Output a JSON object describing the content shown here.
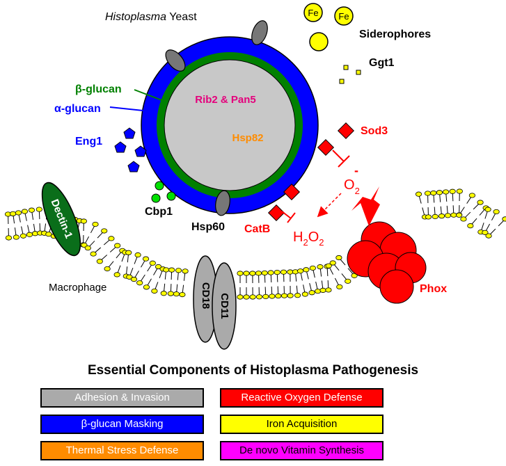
{
  "title_prefix": "Histoplasma",
  "title_suffix": " Yeast",
  "labels": {
    "siderophores": "Siderophores",
    "fe": "Fe",
    "ggt1": "Ggt1",
    "beta_glucan": "β-glucan",
    "alpha_glucan": "α-glucan",
    "eng1": "Eng1",
    "rib2_pan5": "Rib2 & Pan5",
    "hsp82": "Hsp82",
    "sod3": "Sod3",
    "cbp1": "Cbp1",
    "hsp60": "Hsp60",
    "catb": "CatB",
    "dectin1": "Dectin-1",
    "macrophage": "Macrophage",
    "cd18": "CD18",
    "cd11": "CD11",
    "phox": "Phox",
    "superoxide": "O",
    "superoxide_sub": "2",
    "superoxide_sup": "-",
    "peroxide_h": "H",
    "peroxide_sub1": "2",
    "peroxide_o": "O",
    "peroxide_sub2": "2"
  },
  "legend": {
    "title": "Essential Components of Histoplasma Pathogenesis",
    "items": [
      {
        "label": "Adhesion & Invasion",
        "color": "#aaaaaa",
        "text_color": "#ffffff"
      },
      {
        "label": "Reactive Oxygen Defense",
        "color": "#ff0000",
        "text_color": "#ffffff"
      },
      {
        "label": "β-glucan Masking",
        "color": "#0000ff",
        "text_color": "#ffffff"
      },
      {
        "label": "Iron Acquisition",
        "color": "#ffff00",
        "text_color": "#000000"
      },
      {
        "label": "Thermal Stress Defense",
        "color": "#ff8c00",
        "text_color": "#ffffff"
      },
      {
        "label": "De novo Vitamin Synthesis",
        "color": "#ff00ff",
        "text_color": "#000000"
      }
    ]
  },
  "colors": {
    "cell_wall_alpha": "#0000ff",
    "cell_wall_beta": "#008000",
    "cytoplasm": "#c8c8c8",
    "adhesion": "#808080",
    "ros": "#ff0000",
    "iron": "#ffff00",
    "thermal": "#ff8c00",
    "vitamin": "#e4007c",
    "cbp1": "#00e000",
    "dectin": "#0a6e1a",
    "membrane_head": "#ffff00"
  }
}
